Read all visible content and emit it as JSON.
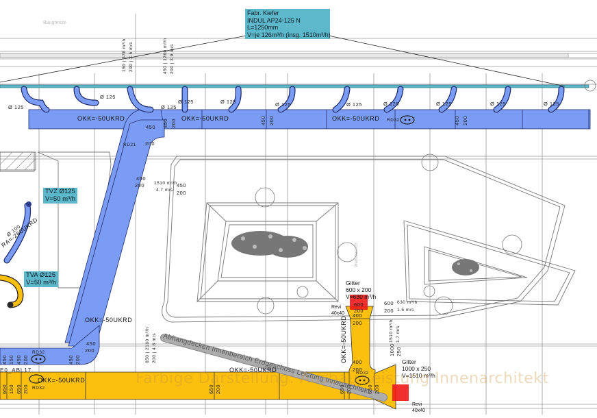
{
  "drawing": {
    "type": "HVAC ventilation floor plan",
    "colors": {
      "supply_duct": "#7b9cf5",
      "exhaust_duct": "#fbbf0e",
      "callout_bg": "#5db8cc",
      "grille_red": "#f01818",
      "linework": "#555555",
      "background": "#ffffff"
    }
  },
  "labels": {
    "baugrenze": "Baugrenze",
    "wartebereich": "Wartebereich",
    "watermark": "Farbige Darstellung: Ausbau Leistung Innenarchitekt",
    "ceiling_note": "Abhangdecken Innenbereich Erdgeschoss Leistung Innenarchitekt",
    "abl17": "E0_ABL17"
  },
  "callouts": {
    "diffuser": {
      "line1": "Fabr. Kiefer",
      "line2": "INDUL AP24-125  N",
      "line3": "L=1250mm",
      "line4": "V=je 126m³/h (insg. 1510m³/h)"
    },
    "tvz": {
      "line1": "TVZ Ø125",
      "line2": "V=50 m³/h"
    },
    "tva": {
      "line1": "TVA Ø125",
      "line2": "V=50 m³/h"
    }
  },
  "grilles": {
    "top": {
      "line1": "Gitter",
      "line2": "600 x 200",
      "line3": "V=630 m³/h",
      "revi1": "Revi",
      "revi2": "40x40"
    },
    "bottom": {
      "line1": "Gitter",
      "line2": "1000 x 250",
      "line3": "V=1510 m³/h",
      "revi1": "Revi",
      "revi2": "40x40"
    }
  },
  "duct_labels": {
    "okk": "OKK=-50UKRD",
    "ra": "RA=-260UKRD",
    "rd21": "RD21",
    "rd32": "RD32",
    "dia125": "Ø 125",
    "dia100": "Ø 100"
  },
  "dimensions": {
    "d450": "450",
    "d200": "200",
    "d650": "650",
    "d150": "150",
    "d400": "400",
    "d600": "600",
    "d1000": "1000",
    "d250": "250",
    "flow_top_left": "150 | 378 m³/h",
    "flow_top_left_v": "200 | 3.5 m/s",
    "flow_top_mid": "450 | 1260 m³/h",
    "flow_top_mid_v": "200 | 3.9 m/s",
    "flow_riser": "1510 m³/h",
    "flow_riser_v": "4.7 m/s",
    "flow_bottom": "650 | 2160 m³/h",
    "flow_bottom_v": "200 | 4.6 m/s",
    "flow_grille_top": "630 m³/h",
    "flow_grille_top_v": "1.5 m/s",
    "flow_vertical": "1510 m³/h",
    "flow_vertical_v": "1.7 m/s"
  }
}
